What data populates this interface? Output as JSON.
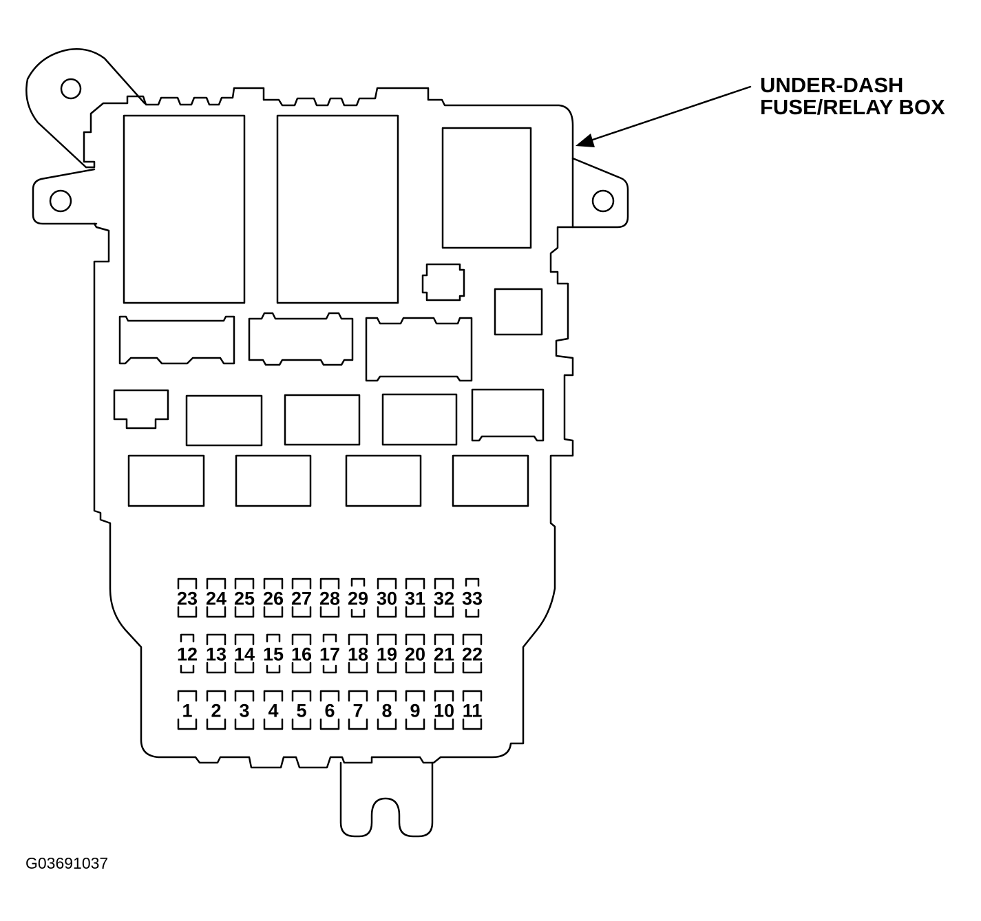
{
  "callout": {
    "line1": "UNDER-DASH",
    "line2": "FUSE/RELAY BOX"
  },
  "figure_code": "G03691037",
  "fuse_rows": [
    {
      "row": "top",
      "fuses": [
        {
          "label": "23",
          "small": false
        },
        {
          "label": "24",
          "small": false
        },
        {
          "label": "25",
          "small": false
        },
        {
          "label": "26",
          "small": false
        },
        {
          "label": "27",
          "small": false
        },
        {
          "label": "28",
          "small": false
        },
        {
          "label": "29",
          "small": true
        },
        {
          "label": "30",
          "small": false
        },
        {
          "label": "31",
          "small": false
        },
        {
          "label": "32",
          "small": false
        },
        {
          "label": "33",
          "small": true
        }
      ]
    },
    {
      "row": "middle",
      "fuses": [
        {
          "label": "12",
          "small": true
        },
        {
          "label": "13",
          "small": false
        },
        {
          "label": "14",
          "small": false
        },
        {
          "label": "15",
          "small": true
        },
        {
          "label": "16",
          "small": false
        },
        {
          "label": "17",
          "small": true
        },
        {
          "label": "18",
          "small": false
        },
        {
          "label": "19",
          "small": false
        },
        {
          "label": "20",
          "small": false
        },
        {
          "label": "21",
          "small": false
        },
        {
          "label": "22",
          "small": false
        }
      ]
    },
    {
      "row": "bottom",
      "fuses": [
        {
          "label": "1",
          "small": false
        },
        {
          "label": "2",
          "small": false
        },
        {
          "label": "3",
          "small": false
        },
        {
          "label": "4",
          "small": false
        },
        {
          "label": "5",
          "small": false
        },
        {
          "label": "6",
          "small": false
        },
        {
          "label": "7",
          "small": false
        },
        {
          "label": "8",
          "small": false
        },
        {
          "label": "9",
          "small": false
        },
        {
          "label": "10",
          "small": false
        },
        {
          "label": "11",
          "small": false
        }
      ]
    }
  ]
}
